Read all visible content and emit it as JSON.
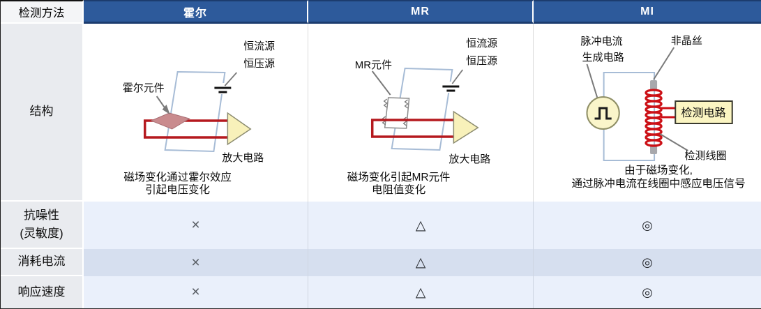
{
  "header": {
    "method_label": "检测方法",
    "columns": [
      "霍尔",
      "MR",
      "MI"
    ]
  },
  "structure": {
    "row_label": "结构",
    "hall": {
      "element_label": "霍尔元件",
      "source_label_1": "恒流源",
      "source_label_2": "恒压源",
      "amp_label": "放大电路",
      "caption_1": "磁场变化通过霍尔效应",
      "caption_2": "引起电压变化"
    },
    "mr": {
      "element_label": "MR元件",
      "source_label_1": "恒流源",
      "source_label_2": "恒压源",
      "amp_label": "放大电路",
      "caption_1": "磁场变化引起MR元件",
      "caption_2": "电阻值变化"
    },
    "mi": {
      "pulse_label_1": "脉冲电流",
      "pulse_label_2": "生成电路",
      "wire_label": "非晶丝",
      "detect_box_label": "检测电路",
      "coil_label": "检测线圈",
      "caption_1": "由于磁场变化,",
      "caption_2": "通过脉冲电流在线圈中感应电压信号"
    }
  },
  "comparison": {
    "rows": [
      {
        "label_lines": [
          "抗噪性",
          "(灵敏度)"
        ],
        "values": [
          "×",
          "△",
          "◎"
        ]
      },
      {
        "label_lines": [
          "消耗电流"
        ],
        "values": [
          "×",
          "△",
          "◎"
        ]
      },
      {
        "label_lines": [
          "响应速度"
        ],
        "values": [
          "×",
          "△",
          "◎"
        ]
      }
    ]
  },
  "colors": {
    "header_bg": "#2d5a9b",
    "header_border": "#1c3c6e",
    "label_bg": "#e9ebef",
    "row_light": "#eaf0fb",
    "row_dark": "#d6dfef",
    "wire_red": "#b5191e",
    "coil_red": "#cc1016",
    "frame_blue": "#a7bcd6",
    "amp_yellow": "#f8f1ba",
    "element_pink": "#c98b8e",
    "detect_box_yellow": "#fbf5c2"
  }
}
